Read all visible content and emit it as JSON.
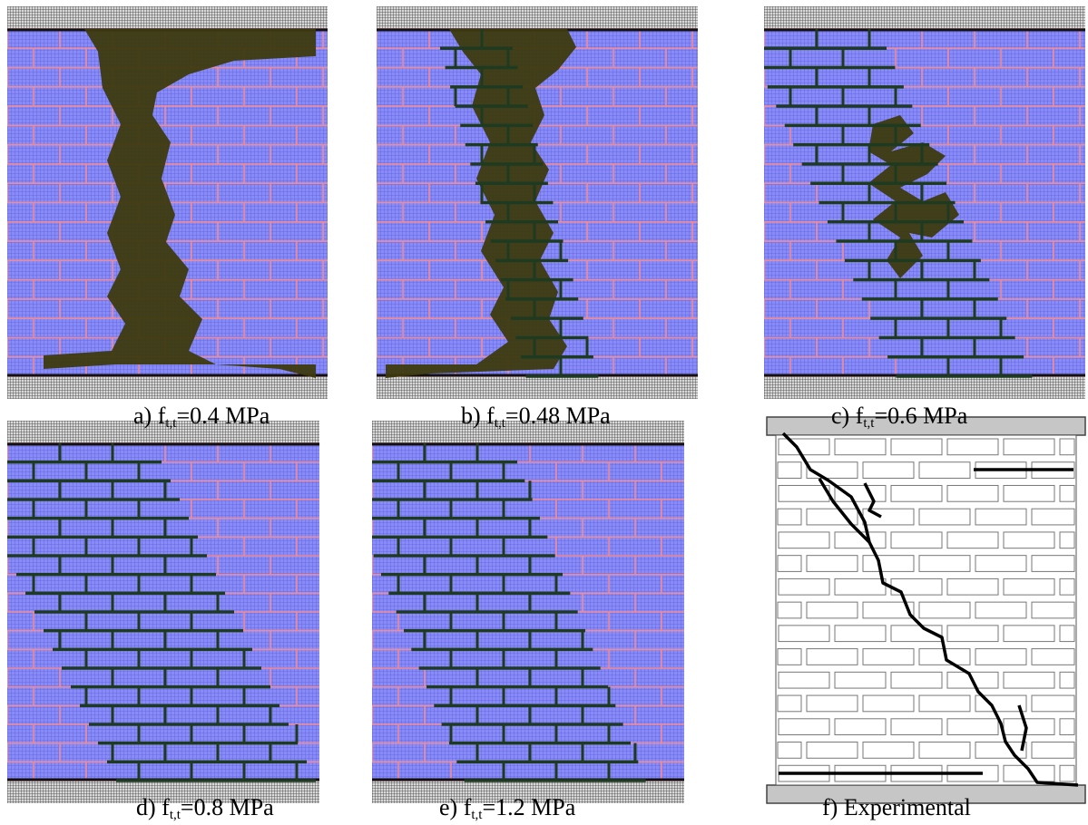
{
  "figure": {
    "panels": [
      {
        "id": "a",
        "label": "a) f",
        "sub": "t,t",
        "value": "=0.4 MPa"
      },
      {
        "id": "b",
        "label": "b) f",
        "sub": "t,t",
        "value": "=0.48 MPa"
      },
      {
        "id": "c",
        "label": "c) f",
        "sub": "t,t",
        "value": "=0.6 MPa"
      },
      {
        "id": "d",
        "label": "d) f",
        "sub": "t,t",
        "value": "=0.8 MPa"
      },
      {
        "id": "e",
        "label": "e) f",
        "sub": "t,t",
        "value": "=1.2 MPa"
      },
      {
        "id": "f",
        "label": "f) Experimental",
        "sub": "",
        "value": ""
      }
    ],
    "colors": {
      "brick": "#8a8cf5",
      "mortar": "#ee8b99",
      "mesh": "#5a5ee6",
      "damage": "#3d3a0e",
      "crack": "#1e3a20",
      "platen": "#9a9a9a",
      "exp_platen": "#c6c6c6"
    }
  }
}
